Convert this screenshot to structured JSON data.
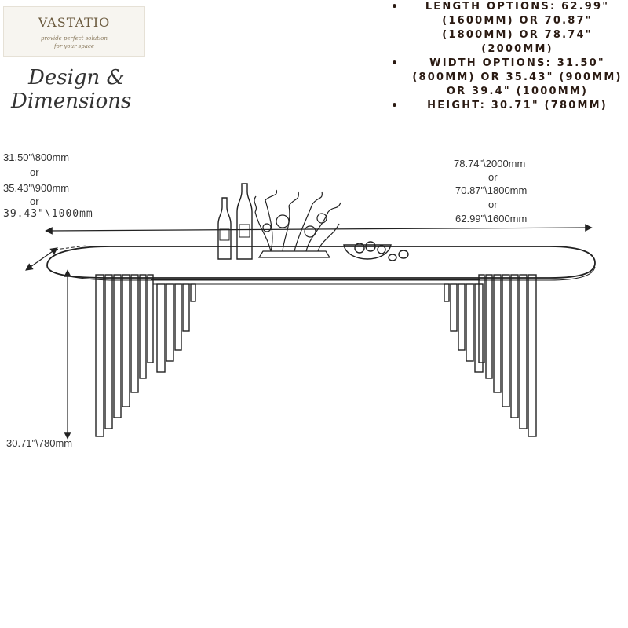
{
  "brand": {
    "name": "VASTATIO",
    "tagline_1": "provide perfect solution",
    "tagline_2": "for your space"
  },
  "heading": {
    "line1": "Design &",
    "line2": "Dimensions"
  },
  "specs": [
    "LENGTH OPTIONS: 62.99\" (1600MM) OR 70.87\" (1800MM) OR 78.74\" (2000MM)",
    "WIDTH OPTIONS: 31.50\" (800MM) OR 35.43\" (900MM) OR 39.4\" (1000MM)",
    "HEIGHT: 30.71\" (780MM)"
  ],
  "width_labels": {
    "a": "31.50\"\\800mm",
    "or1": "or",
    "b": "35.43\"\\900mm",
    "or2": "or",
    "c": "39.43\"\\1000mm"
  },
  "length_labels": {
    "a": "78.74\"\\2000mm",
    "or1": "or",
    "b": "70.87\"\\1800mm",
    "or2": "or",
    "c": "62.99\"\\1600mm"
  },
  "height_label": "30.71\"\\780mm"
}
